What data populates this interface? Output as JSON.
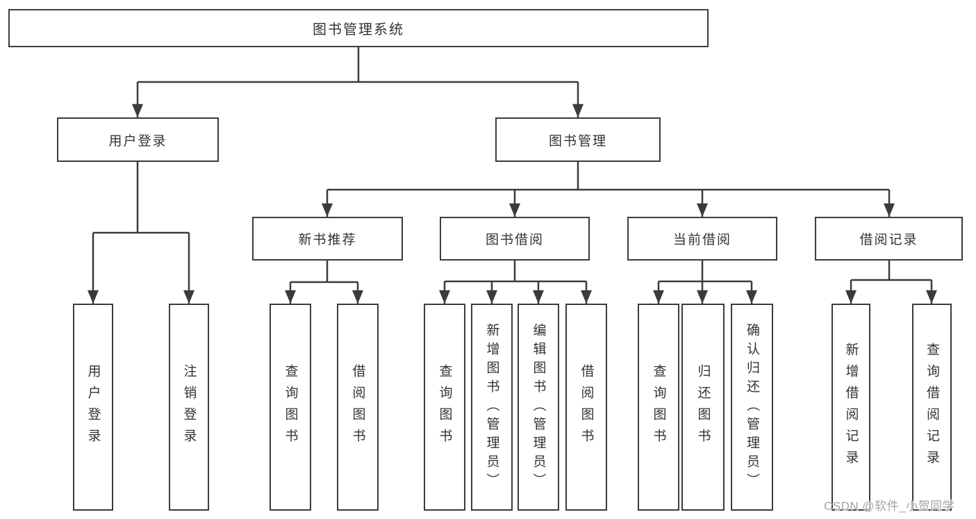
{
  "colors": {
    "line": "#3b3b3b",
    "text": "#333333",
    "box_fill": "#ffffff",
    "watermark": "#a3a3a3"
  },
  "watermark": {
    "text": "CSDN @软件_小贺同学"
  },
  "nodes": {
    "root": {
      "label": "图书管理系统"
    },
    "user_login": {
      "label": "用户登录"
    },
    "book_management": {
      "label": "图书管理"
    },
    "new_book_recommend": {
      "label": "新书推荐"
    },
    "book_borrowing": {
      "label": "图书借阅"
    },
    "current_borrowing": {
      "label": "当前借阅"
    },
    "borrowing_records": {
      "label": "借阅记录"
    },
    "login_user_login": {
      "label": "用户登录"
    },
    "login_logout": {
      "label": "注销登录"
    },
    "recommend_query_books": {
      "label": "查询图书"
    },
    "recommend_borrow_books": {
      "label": "借阅图书"
    },
    "borrow_query_books": {
      "label": "查询图书"
    },
    "borrow_add_books_admin": {
      "label": "新增图书（管理员）"
    },
    "borrow_edit_books_admin": {
      "label": "编辑图书（管理员）"
    },
    "borrow_borrow_books": {
      "label": "借阅图书"
    },
    "current_query_books": {
      "label": "查询图书"
    },
    "current_return_books": {
      "label": "归还图书"
    },
    "current_confirm_return_admin": {
      "label": "确认归还（管理员）"
    },
    "records_add_record": {
      "label": "新增借阅记录"
    },
    "records_query_record": {
      "label": "查询借阅记录"
    }
  }
}
